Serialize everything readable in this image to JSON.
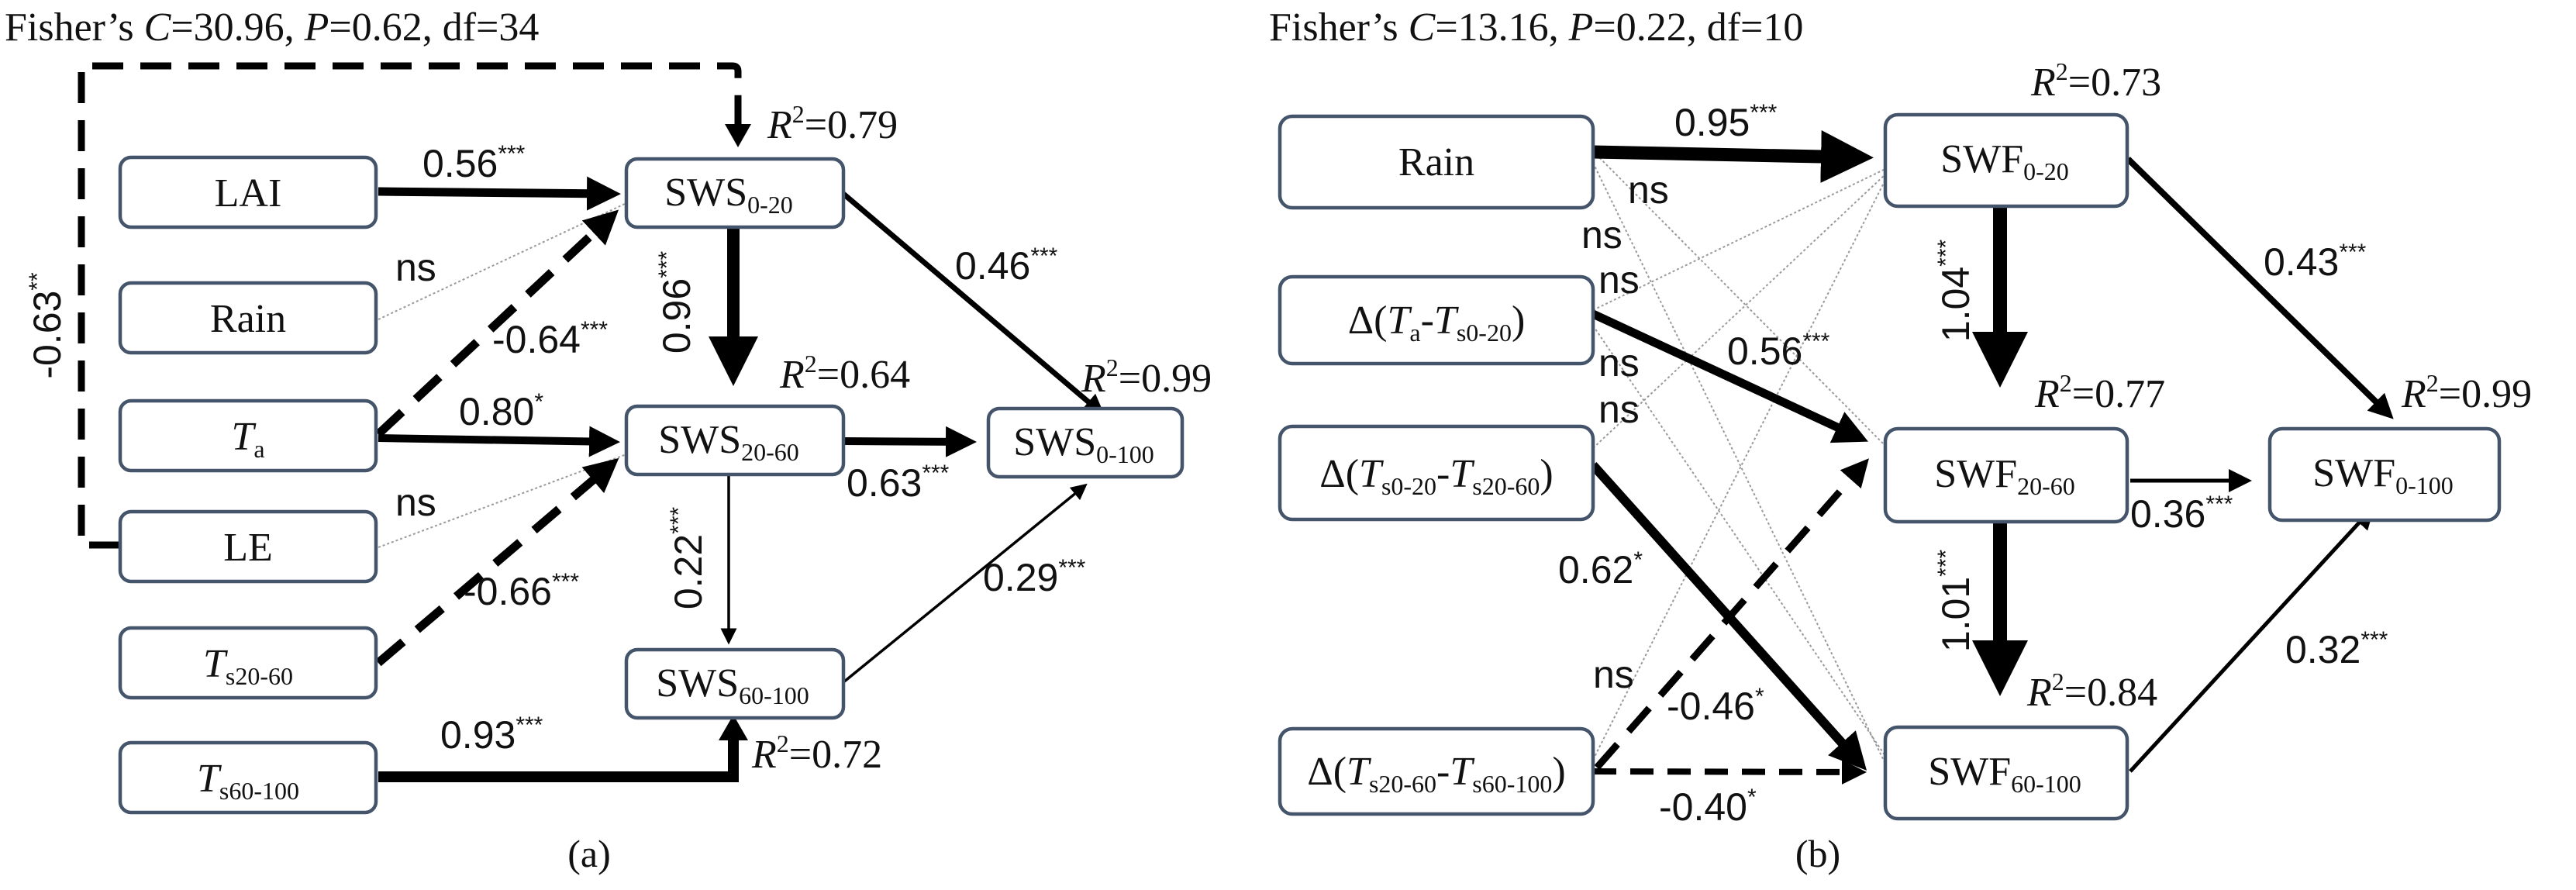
{
  "panels": [
    {
      "id": "a",
      "subtitle": "(a)",
      "fisher": {
        "label": "Fisher’s ",
        "c_symbol": "C",
        "c_value": "=30.96, ",
        "p_symbol": "P",
        "p_value": "=0.62, df=34"
      },
      "nodes": {
        "lai": {
          "main": "LAI"
        },
        "rain": {
          "main": "Rain"
        },
        "ta": {
          "main": "T",
          "main_italic": true,
          "sub": "a"
        },
        "le": {
          "main": "LE"
        },
        "ts2060": {
          "main": "T",
          "main_italic": true,
          "sub": "s20-60"
        },
        "ts60100": {
          "main": "T",
          "main_italic": true,
          "sub": "s60-100"
        },
        "sws020": {
          "main": "SWS",
          "sub": "0-20"
        },
        "sws2060": {
          "main": "SWS",
          "sub": "20-60"
        },
        "sws60100": {
          "main": "SWS",
          "sub": "60-100"
        },
        "sws0100": {
          "main": "SWS",
          "sub": "0-100"
        }
      },
      "r2": {
        "sws020": {
          "sym": "R",
          "val": "=0.79"
        },
        "sws2060": {
          "sym": "R",
          "val": "=0.64"
        },
        "sws60100": {
          "sym": "R",
          "val": "=0.72"
        },
        "sws0100": {
          "sym": "R",
          "val": "=0.99"
        }
      },
      "paths": [
        {
          "id": "le-sws020",
          "coef": "-0.63",
          "sig": "**"
        },
        {
          "id": "lai-sws020",
          "coef": "0.56",
          "sig": "***"
        },
        {
          "id": "rain-sws020",
          "coef": "ns",
          "sig": ""
        },
        {
          "id": "ta-sws020",
          "coef": "-0.64",
          "sig": "***"
        },
        {
          "id": "sws020-sws2060",
          "coef": "0.96",
          "sig": "***"
        },
        {
          "id": "sws020-sws0100",
          "coef": "0.46",
          "sig": "***"
        },
        {
          "id": "ta-sws2060",
          "coef": "0.80",
          "sig": "*"
        },
        {
          "id": "le-sws2060",
          "coef": "ns",
          "sig": ""
        },
        {
          "id": "ts2060-sws2060",
          "coef": "-0.66",
          "sig": "***"
        },
        {
          "id": "sws2060-sws0100",
          "coef": "0.63",
          "sig": "***"
        },
        {
          "id": "sws2060-sws60100",
          "coef": "0.22",
          "sig": "***"
        },
        {
          "id": "sws60100-sws0100",
          "coef": "0.29",
          "sig": "***"
        },
        {
          "id": "ts60100-sws60100",
          "coef": "0.93",
          "sig": "***"
        }
      ]
    },
    {
      "id": "b",
      "subtitle": "(b)",
      "fisher": {
        "label": "Fisher’s ",
        "c_symbol": "C",
        "c_value": "=13.16, ",
        "p_symbol": "P",
        "p_value": "=0.22, df=10"
      },
      "nodes": {
        "rain": {
          "main": "Rain"
        },
        "d1": {
          "pre": "Δ(",
          "t1": "T",
          "s1": "a",
          "mid": "-",
          "t2": "T",
          "s2": "s0-20",
          "post": ")"
        },
        "d2": {
          "pre": "Δ(",
          "t1": "T",
          "s1": "s0-20",
          "mid": "-",
          "t2": "T",
          "s2": "s20-60",
          "post": ")"
        },
        "d3": {
          "pre": "Δ(",
          "t1": "T",
          "s1": "s20-60",
          "mid": "-",
          "t2": "T",
          "s2": "s60-100",
          "post": ")"
        },
        "swf020": {
          "main": "SWF",
          "sub": "0-20"
        },
        "swf2060": {
          "main": "SWF",
          "sub": "20-60"
        },
        "swf60100": {
          "main": "SWF",
          "sub": "60-100"
        },
        "swf0100": {
          "main": "SWF",
          "sub": "0-100"
        }
      },
      "r2": {
        "swf020": {
          "sym": "R",
          "val": "=0.73"
        },
        "swf2060": {
          "sym": "R",
          "val": "=0.77"
        },
        "swf60100": {
          "sym": "R",
          "val": "=0.84"
        },
        "swf0100": {
          "sym": "R",
          "val": "=0.99"
        }
      },
      "paths": [
        {
          "id": "rain-swf020",
          "coef": "0.95",
          "sig": "***"
        },
        {
          "id": "rain-swf2060",
          "coef": "ns",
          "sig": ""
        },
        {
          "id": "rain-swf60100",
          "coef": "ns",
          "sig": ""
        },
        {
          "id": "d1-swf020",
          "coef": "ns",
          "sig": ""
        },
        {
          "id": "d1-swf2060",
          "coef": "0.56",
          "sig": "***"
        },
        {
          "id": "d1-swf60100",
          "coef": "ns",
          "sig": ""
        },
        {
          "id": "d2-swf020",
          "coef": "ns",
          "sig": ""
        },
        {
          "id": "d2-swf60100",
          "coef": "0.62",
          "sig": "*"
        },
        {
          "id": "d3-swf020",
          "coef": "ns",
          "sig": ""
        },
        {
          "id": "d3-swf2060",
          "coef": "-0.46",
          "sig": "*"
        },
        {
          "id": "d3-swf60100",
          "coef": "-0.40",
          "sig": "*"
        },
        {
          "id": "swf020-swf2060",
          "coef": "1.04",
          "sig": "***"
        },
        {
          "id": "swf020-swf0100",
          "coef": "0.43",
          "sig": "***"
        },
        {
          "id": "swf2060-swf60100",
          "coef": "1.01",
          "sig": "***"
        },
        {
          "id": "swf2060-swf0100",
          "coef": "0.36",
          "sig": "***"
        },
        {
          "id": "swf60100-swf0100",
          "coef": "0.32",
          "sig": "***"
        }
      ]
    }
  ]
}
